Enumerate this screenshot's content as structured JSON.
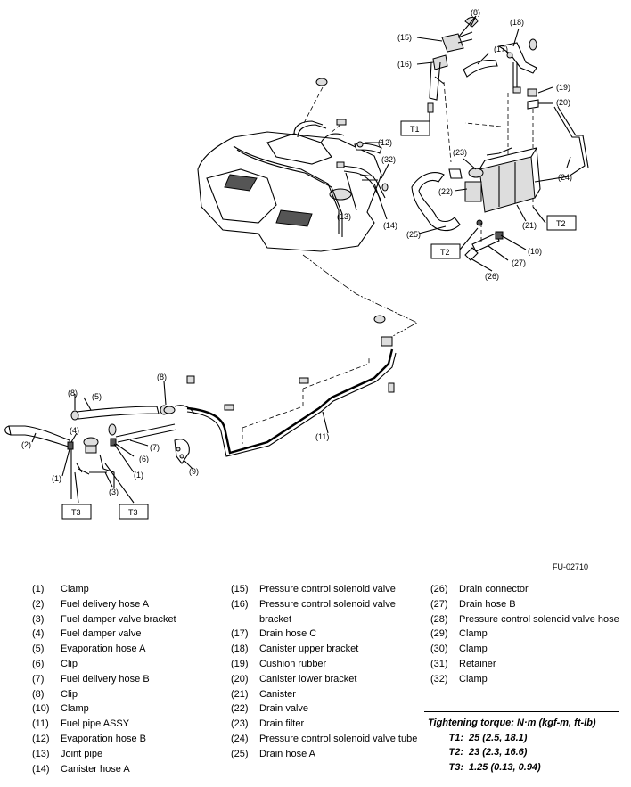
{
  "figure_id": "FU-02710",
  "callouts": {
    "c1a": "(1)",
    "c1b": "(1)",
    "c2": "(2)",
    "c3": "(3)",
    "c4": "(4)",
    "c5": "(5)",
    "c6": "(6)",
    "c7": "(7)",
    "c8a": "(8)",
    "c8b": "(8)",
    "c8c": "(8)",
    "c9": "(9)",
    "c10": "(10)",
    "c11": "(11)",
    "c12": "(12)",
    "c13": "(13)",
    "c14": "(14)",
    "c15": "(15)",
    "c16": "(16)",
    "c17": "(17)",
    "c18": "(18)",
    "c19": "(19)",
    "c20": "(20)",
    "c21": "(21)",
    "c22": "(22)",
    "c23": "(23)",
    "c24": "(24)",
    "c25": "(25)",
    "c26": "(26)",
    "c27": "(27)",
    "c32": "(32)"
  },
  "torque_tags": {
    "t1": "T1",
    "t2a": "T2",
    "t2b": "T2",
    "t3a": "T3",
    "t3b": "T3"
  },
  "legend": {
    "col1": [
      {
        "num": "(1)",
        "name": "Clamp"
      },
      {
        "num": "(2)",
        "name": "Fuel delivery hose A"
      },
      {
        "num": "(3)",
        "name": "Fuel damper valve bracket"
      },
      {
        "num": "(4)",
        "name": "Fuel damper valve"
      },
      {
        "num": "(5)",
        "name": "Evaporation hose A"
      },
      {
        "num": "(6)",
        "name": "Clip"
      },
      {
        "num": "(7)",
        "name": "Fuel delivery hose B"
      },
      {
        "num": "(8)",
        "name": "Clip"
      },
      {
        "num": "(10)",
        "name": "Clamp"
      },
      {
        "num": "(11)",
        "name": "Fuel pipe ASSY"
      },
      {
        "num": "(12)",
        "name": "Evaporation hose B"
      },
      {
        "num": "(13)",
        "name": "Joint pipe"
      },
      {
        "num": "(14)",
        "name": "Canister hose A"
      }
    ],
    "col2": [
      {
        "num": "(15)",
        "name": "Pressure control solenoid valve"
      },
      {
        "num": "(16)",
        "name": "Pressure control solenoid valve bracket"
      },
      {
        "num": "(17)",
        "name": "Drain hose C"
      },
      {
        "num": "(18)",
        "name": "Canister upper bracket"
      },
      {
        "num": "(19)",
        "name": "Cushion rubber"
      },
      {
        "num": "(20)",
        "name": "Canister lower bracket"
      },
      {
        "num": "(21)",
        "name": "Canister"
      },
      {
        "num": "(22)",
        "name": "Drain valve"
      },
      {
        "num": "(23)",
        "name": "Drain filter"
      },
      {
        "num": "(24)",
        "name": "Pressure control solenoid valve tube"
      },
      {
        "num": "(25)",
        "name": "Drain hose A"
      }
    ],
    "col3": [
      {
        "num": "(26)",
        "name": "Drain connector"
      },
      {
        "num": "(27)",
        "name": "Drain hose B"
      },
      {
        "num": "(28)",
        "name": "Pressure control solenoid valve hose"
      },
      {
        "num": "(29)",
        "name": "Clamp"
      },
      {
        "num": "(30)",
        "name": "Clamp"
      },
      {
        "num": "(31)",
        "name": "Retainer"
      },
      {
        "num": "(32)",
        "name": "Clamp"
      }
    ]
  },
  "torque": {
    "title": "Tightening torque: N·m (kgf-m, ft-lb)",
    "rows": [
      {
        "key": "T1:",
        "value": "25 (2.5, 18.1)"
      },
      {
        "key": "T2:",
        "value": "23 (2.3, 16.6)"
      },
      {
        "key": "T3:",
        "value": "1.25 (0.13, 0.94)"
      }
    ]
  }
}
